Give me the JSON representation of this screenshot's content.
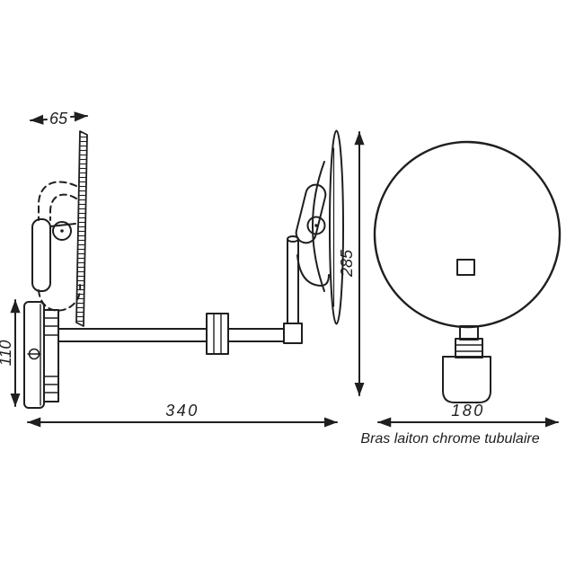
{
  "figure": {
    "caption": "Bras laiton chrome tubulaire",
    "dimensions": {
      "mirror_depth": "65",
      "wall_plate_height": "110",
      "arm_reach": "340",
      "head_height": "285",
      "head_width": "180"
    },
    "ink_color": "#1f1f1f",
    "background": "#ffffff"
  }
}
